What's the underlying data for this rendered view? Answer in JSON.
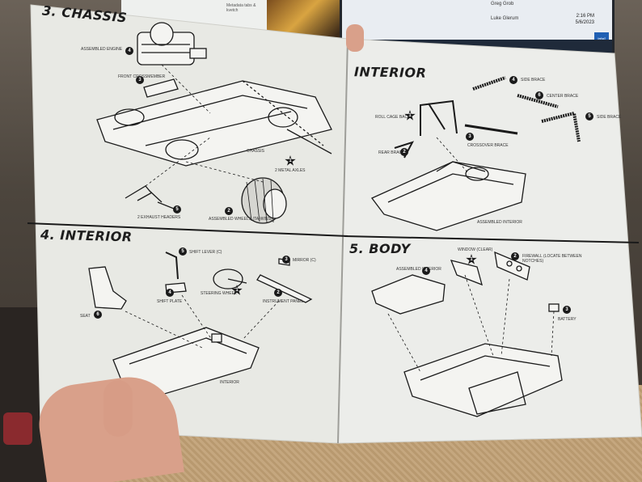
{
  "background": {
    "monitor": {
      "chat_rows": [
        "Greg Grob",
        "Luke Glerum"
      ],
      "clock_time": "2:16 PM",
      "clock_date": "5/6/2023",
      "brand_label": "intel"
    },
    "paper_strip_text": "Metadata tabs & kvetch"
  },
  "booklet": {
    "panels": [
      {
        "id": "chassis",
        "title": "3. CHASSIS",
        "callouts": [
          {
            "num": "4",
            "label": "ASSEMBLED ENGINE"
          },
          {
            "num": "3",
            "label": "FRONT CROSSMEMBER"
          },
          {
            "num": "",
            "label": "CHASSIS"
          },
          {
            "num": "1",
            "label": "2 METAL AXLES",
            "star": true
          },
          {
            "num": "5",
            "label": "2 EXHAUST HEADERS"
          },
          {
            "num": "2",
            "label": "ASSEMBLED WHEELS (TA-wins)"
          }
        ]
      },
      {
        "id": "interior-assembly",
        "title": "INTERIOR",
        "callouts": [
          {
            "num": "4",
            "label": "SIDE BRACE"
          },
          {
            "num": "6",
            "label": "CENTER BRACE"
          },
          {
            "num": "5",
            "label": "SIDE BRACE"
          },
          {
            "num": "1",
            "label": "ROLL CAGE BACK",
            "star": true
          },
          {
            "num": "3",
            "label": "CROSSOVER BRACE"
          },
          {
            "num": "2",
            "label": "REAR BRACE"
          },
          {
            "num": "",
            "label": "ASSEMBLED INTERIOR"
          }
        ]
      },
      {
        "id": "interior-step4",
        "title": "4. INTERIOR",
        "callouts": [
          {
            "num": "5",
            "label": "SHIFT LEVER (C)"
          },
          {
            "num": "3",
            "label": "MIRROR (C)"
          },
          {
            "num": "4",
            "label": "SHIFT PLATE"
          },
          {
            "num": "1",
            "label": "STEERING WHEEL",
            "star": true
          },
          {
            "num": "2",
            "label": "INSTRUMENT PANEL"
          },
          {
            "num": "6",
            "label": "SEAT"
          },
          {
            "num": "",
            "label": "INTERIOR"
          }
        ]
      },
      {
        "id": "body",
        "title": "5. BODY",
        "callouts": [
          {
            "num": "1",
            "label": "WINDOW (Clear)",
            "star": true
          },
          {
            "num": "4",
            "label": "ASSEMBLED INTERIOR"
          },
          {
            "num": "2",
            "label": "FIREWALL (Locate between notches)"
          },
          {
            "num": "3",
            "label": "BATTERY"
          }
        ]
      }
    ]
  },
  "colors": {
    "paper": "#e9ebe6",
    "ink": "#1a1a1a",
    "hand": "#d9a08a"
  }
}
